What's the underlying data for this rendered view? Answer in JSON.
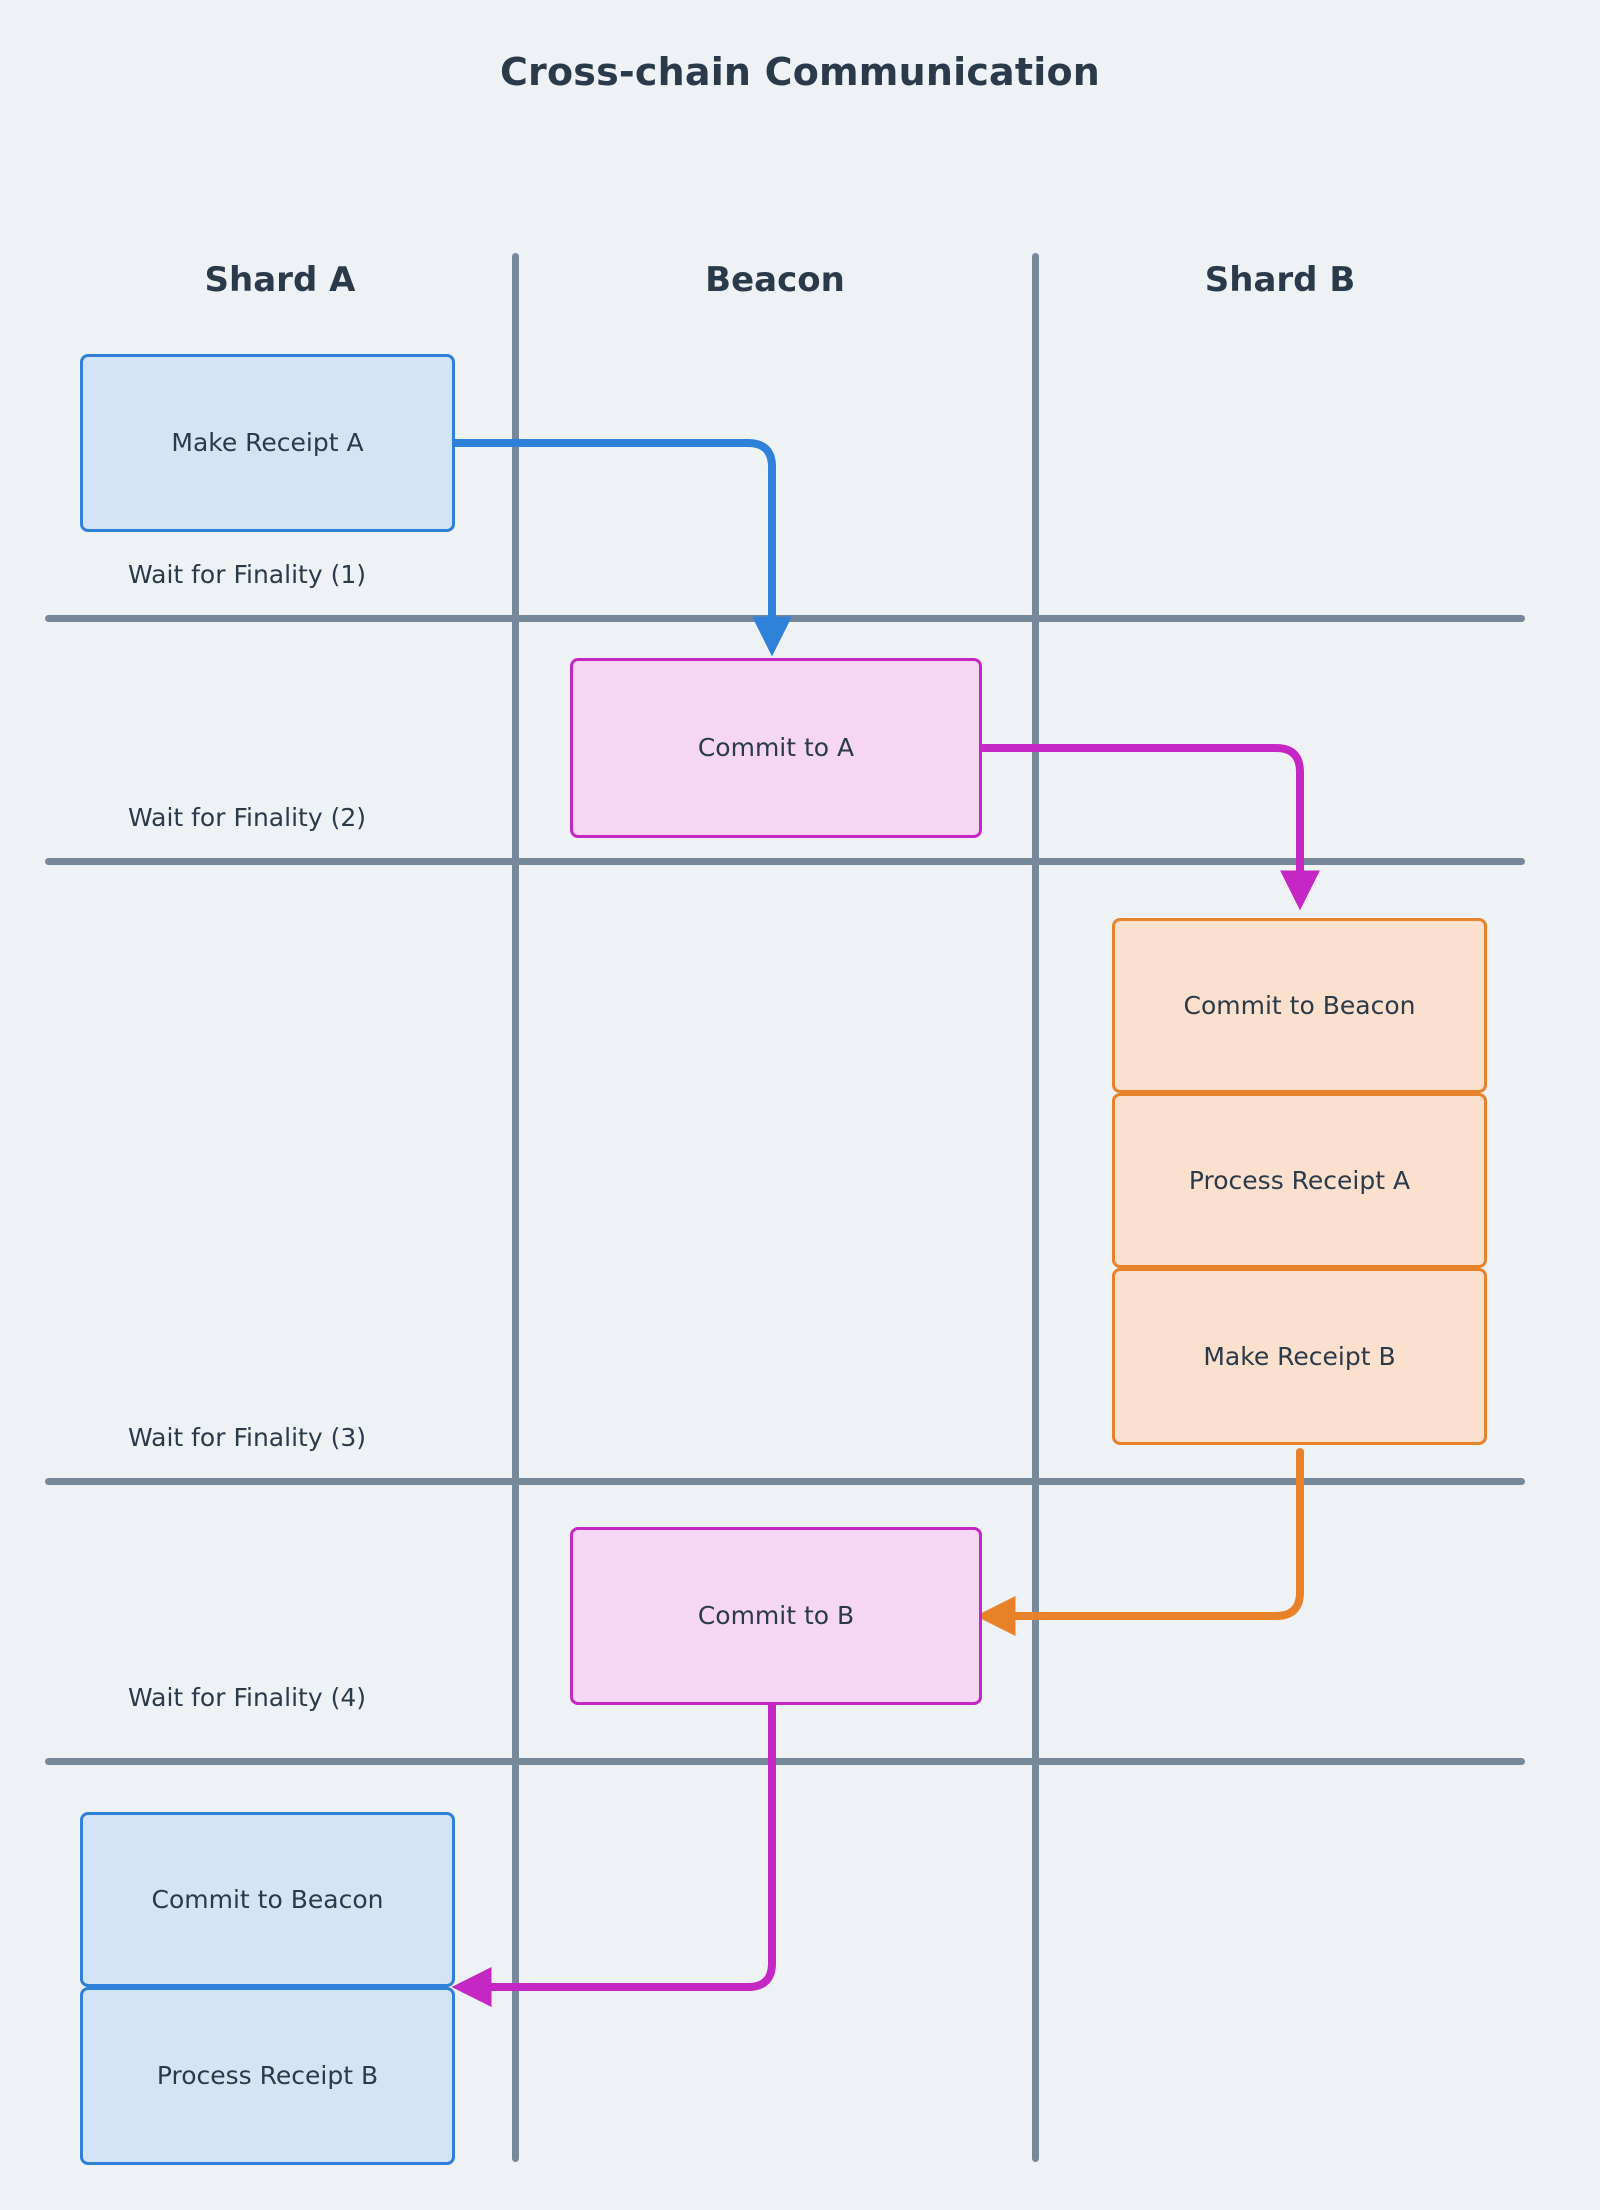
{
  "diagram": {
    "title": "Cross-chain Communication",
    "background_color": "#eff2f5",
    "text_color": "#2b3a4a",
    "divider_color": "#78889b",
    "columns": [
      {
        "id": "shard-a",
        "label": "Shard A"
      },
      {
        "id": "beacon",
        "label": "Beacon"
      },
      {
        "id": "shard-b",
        "label": "Shard B"
      }
    ],
    "wait_labels": [
      {
        "id": "wait-1",
        "text": "Wait for Finality (1)"
      },
      {
        "id": "wait-2",
        "text": "Wait for Finality (2)"
      },
      {
        "id": "wait-3",
        "text": "Wait for Finality (3)"
      },
      {
        "id": "wait-4",
        "text": "Wait for Finality (4)"
      }
    ],
    "nodes": [
      {
        "id": "make-receipt-a",
        "label": "Make Receipt A",
        "column": "shard-a",
        "color": "blue"
      },
      {
        "id": "commit-to-a",
        "label": "Commit to A",
        "column": "beacon",
        "color": "pink"
      },
      {
        "id": "b-commit-to-beacon",
        "label": "Commit to Beacon",
        "column": "shard-b",
        "color": "orange"
      },
      {
        "id": "b-process-receipt-a",
        "label": "Process Receipt A",
        "column": "shard-b",
        "color": "orange"
      },
      {
        "id": "b-make-receipt-b",
        "label": "Make Receipt B",
        "column": "shard-b",
        "color": "orange"
      },
      {
        "id": "commit-to-b",
        "label": "Commit to B",
        "column": "beacon",
        "color": "pink"
      },
      {
        "id": "a-commit-to-beacon",
        "label": "Commit to Beacon",
        "column": "shard-a",
        "color": "blue"
      },
      {
        "id": "a-process-receipt-b",
        "label": "Process Receipt B",
        "column": "shard-a",
        "color": "blue"
      }
    ],
    "edges": [
      {
        "id": "edge-a-to-beacon",
        "from": "make-receipt-a",
        "to": "commit-to-a",
        "color": "#2f80d8"
      },
      {
        "id": "edge-beacon-to-b",
        "from": "commit-to-a",
        "to": "b-commit-to-beacon",
        "color": "#c427c4"
      },
      {
        "id": "edge-b-to-beacon",
        "from": "b-make-receipt-b",
        "to": "commit-to-b",
        "color": "#e8822a"
      },
      {
        "id": "edge-beacon-to-a",
        "from": "commit-to-b",
        "to": "a-commit-to-beacon",
        "color": "#c427c4"
      }
    ],
    "palette": {
      "blue_fill": "#d4e4f7",
      "blue_stroke": "#2f80d8",
      "pink_fill": "#f5d7f5",
      "pink_stroke": "#c427c4",
      "orange_fill": "#fae0cd",
      "orange_stroke": "#e8822a"
    }
  }
}
